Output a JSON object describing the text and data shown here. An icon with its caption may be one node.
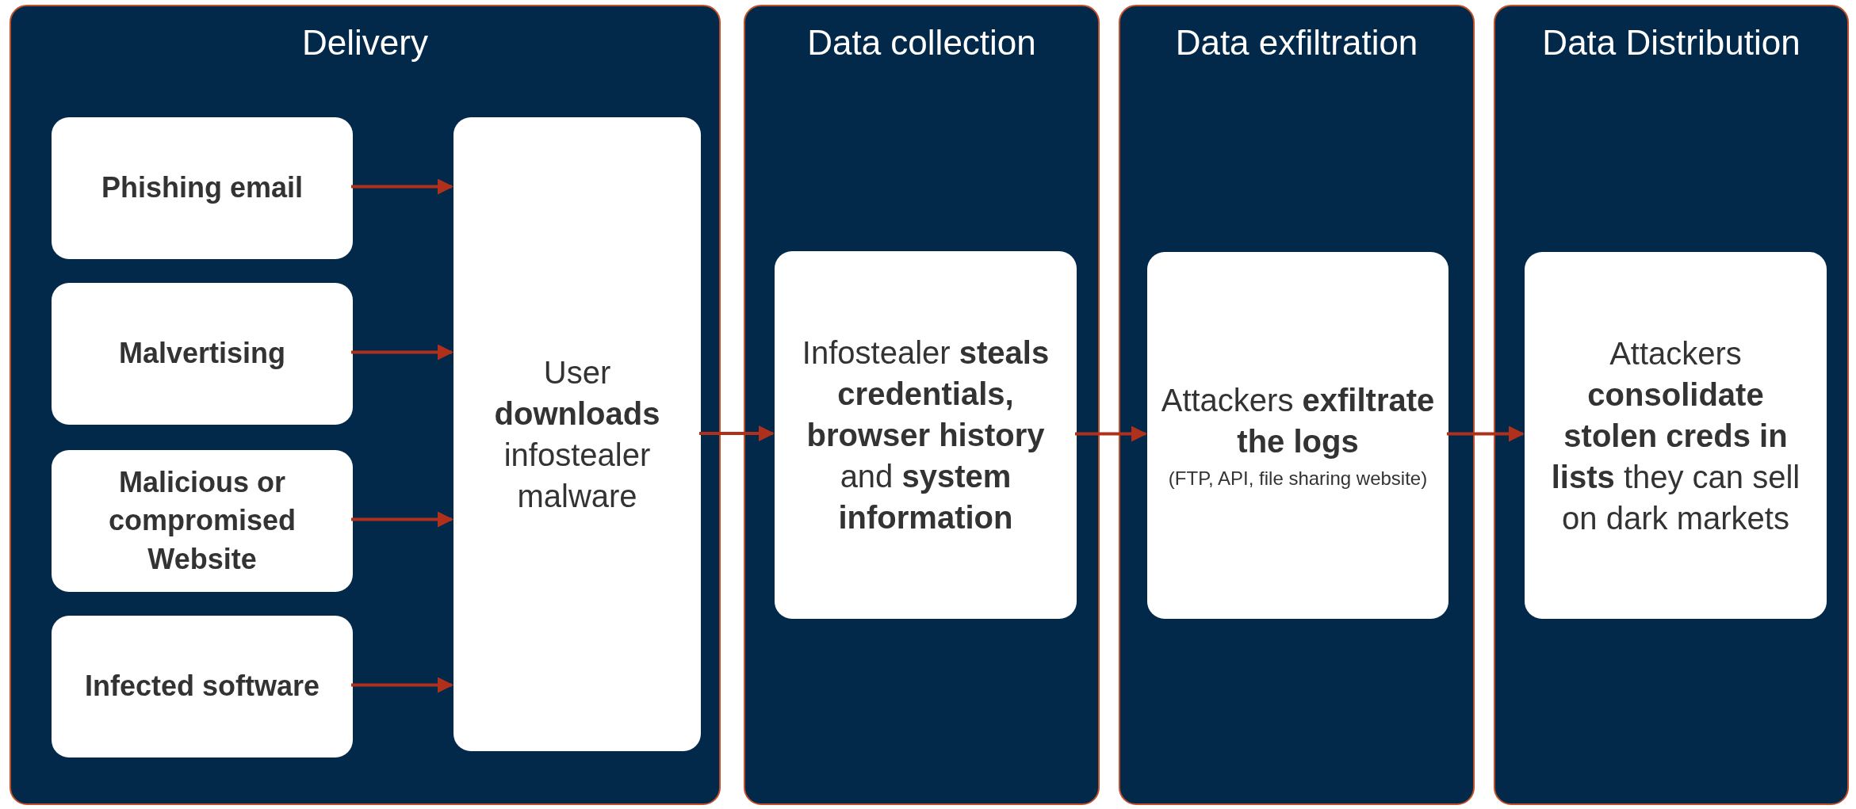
{
  "diagram": {
    "nodes": [
      {
        "text": [
          "Delivery"
        ]
      },
      {
        "text": [
          "Phishing email"
        ],
        "in": 0
      },
      {
        "text": [
          "Malvertising"
        ],
        "in": 0
      },
      {
        "text": [
          "Malicious or compromised Website"
        ],
        "in": 0
      },
      {
        "text": [
          "Infected software"
        ],
        "in": 0
      },
      {
        "text": [
          "User **downloads** infostealer malware"
        ],
        "in": 0
      },
      {
        "text": [
          "Data collection"
        ]
      },
      {
        "text": [
          "Infostealer **steals credentials, browser history** and **system information**"
        ],
        "in": 6
      },
      {
        "text": [
          "Data exfiltration"
        ]
      },
      {
        "text": [
          "Attackers **exfiltrate the logs**",
          "(FTP, API, file sharing website)"
        ],
        "in": 8
      },
      {
        "text": [
          "Data Distribution"
        ]
      },
      {
        "text": [
          "Attackers **consolidate stolen creds in lists** they can sell on dark markets"
        ],
        "in": 10
      }
    ],
    "edges": [
      {
        "from": 1,
        "to": 5,
        "arrow": "to"
      },
      {
        "from": 2,
        "to": 5,
        "arrow": "to"
      },
      {
        "from": 3,
        "to": 5,
        "arrow": "to"
      },
      {
        "from": 4,
        "to": 5,
        "arrow": "to"
      },
      {
        "from": 5,
        "to": 7,
        "arrow": "to"
      },
      {
        "from": 7,
        "to": 9,
        "arrow": "to"
      },
      {
        "from": 9,
        "to": 11,
        "arrow": "to"
      }
    ]
  }
}
